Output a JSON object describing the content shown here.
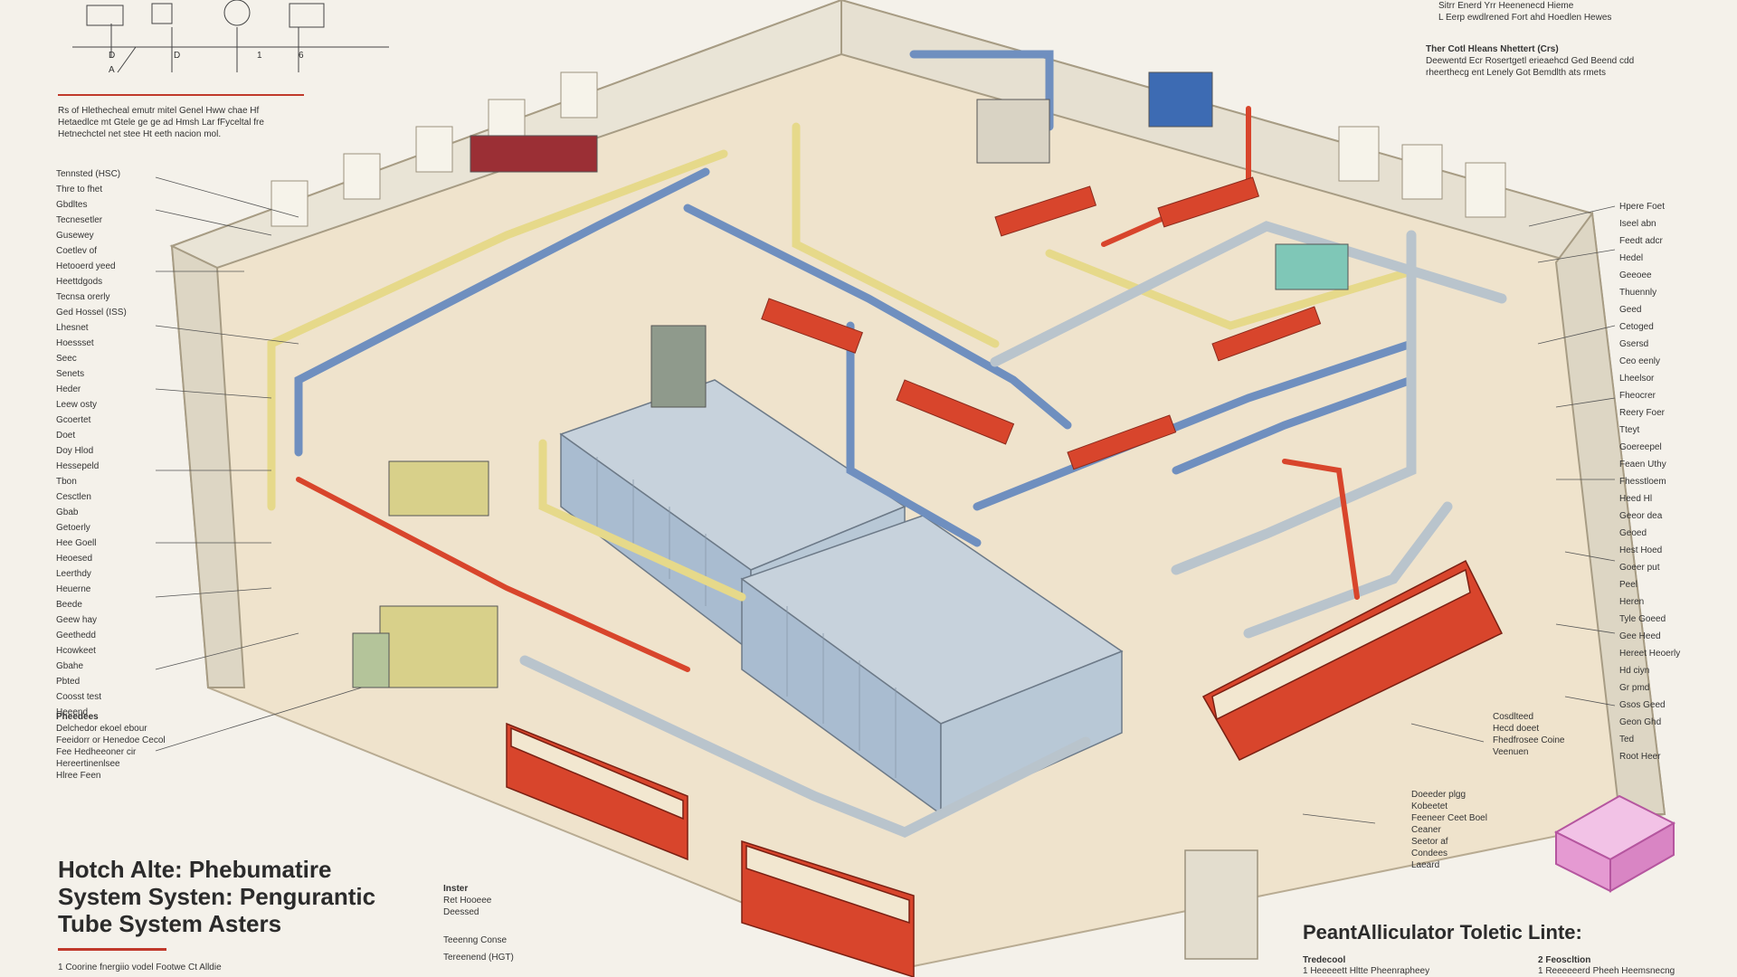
{
  "diagram": {
    "main_title_lines": [
      "Hotch Alte: Phebumatire",
      "System Systen: Pengurantic",
      "Tube System Asters"
    ],
    "right_title": "PeantAlliculator Toletic Linte:",
    "intro_text": "Rs of Hlethecheal emutr mitel Genel Hww chae Hf Hetaedlce mt Gtele ge ge ad Hmsh Lar fFyceltal fre Hetnechctel net stee Ht eeth nacion mol.",
    "top_right_notes": [
      "Sitrr Enerd Yrr Heenenecd Hieme",
      "L Eerp ewdlrened Fort ahd Hoedlen Hewes"
    ],
    "top_right_heading": "Ther Cotl Hleans Nhettert (Crs)",
    "top_right_body": "Deewentd Ecr Rosertgetl erieaehcd Ged Beend cdd rheerthecg ent Lenely Got Bemdlth ats rmets",
    "left_labels": [
      "Tennsted (HSC)",
      "Thre to fhet",
      "Gbdltes",
      "Tecnesetler",
      "Gusewey",
      "Coetlev of",
      "Hetooerd yeed",
      "Heettdgods",
      "Tecnsa orerly",
      "Ged Hossel (ISS)",
      "Lhesnet",
      "Hoessset",
      "Seec",
      "Senets",
      "Heder",
      "Leew osty",
      "Gcoertet",
      "Doet",
      "Doy Hlod",
      "Hessepeld",
      "Tbon",
      "Cesctlen",
      "Gbab",
      "Getoerly",
      "Hee Goell",
      "Heoesed",
      "Leerthdy",
      "Heuerne",
      "Beede",
      "Geew hay",
      "Geethedd",
      "Hcowkeet",
      "Gbahe",
      "Pbted",
      "Coosst test",
      "Heeend"
    ],
    "left_bottom_label": "Pheedees",
    "left_bottom_text": [
      "Delchedor ekoel ebour",
      "Feeidorr or Henedoe Cecol",
      "Fee Hedheeoner cir",
      "Hereertinenlsee",
      "Hlree Feen"
    ],
    "right_labels": [
      "Hpere Foet",
      "Iseel abn",
      "Feedt adcr",
      "Hedel",
      "Geeoee",
      "Thuennly",
      "Geed",
      "Cetoged",
      "Gsersd",
      "Ceo eenly",
      "Lheelsor",
      "Fheocrer",
      "Reery Foer",
      "Tteyt",
      "Goereepel",
      "Feaen Uthy",
      "Fhesstloem",
      "Heed Hl",
      "Geeor dea",
      "Geoed",
      "Hest Hoed",
      "Goeer put",
      "Peel",
      "Heren",
      "Tyle Goeed",
      "Gee Heed",
      "Hereet Heoerly",
      "Hd ciyn",
      "Gr pmd",
      "Gsos Geed",
      "Geon Ghd",
      "Ted",
      "Root Heer"
    ],
    "mid_right_notes": [
      "Cosdlteed",
      "Hecd doeet",
      "Fhedfrosee Coine",
      "Veenuen"
    ],
    "lower_right_notes": [
      "Doeeder plgg",
      "Kobeetet",
      "Feeneer Ceet Boel",
      "Ceaner",
      "Seetor af",
      "Condees",
      "Laeard"
    ],
    "bottom_mid_heading": "Inster",
    "bottom_mid_lines": [
      "Ret Hooeee",
      "Deessed",
      "Teeenng Conse",
      "Tereenend (HGT)"
    ],
    "footer_left": "1  Coorine fnergiio vodel Footwe Ct Alldie",
    "footer_right_a": "Tredecool",
    "footer_right_b": "1  Heeeeett Hltte Pheenrapheey",
    "footer_right_c": "2  Feoscltion",
    "footer_right_d": "1  Reeeeeerd Pheeh Heemsnecng",
    "top_left_marks": [
      "D",
      "D",
      "1",
      "6",
      "A"
    ],
    "colors": {
      "pipe_blue": "#6f8fbf",
      "pipe_yellow": "#e6d98a",
      "pipe_grey": "#b9c4cc",
      "machine_red": "#d8452c",
      "accent_red": "#c0392b",
      "floor": "#efe3cc",
      "wall": "#e9e4d6",
      "rack_blue": "#a9bcd0",
      "box_blue": "#3d6bb3",
      "teal": "#7fc7b7",
      "pink": "#e59ad2"
    }
  }
}
